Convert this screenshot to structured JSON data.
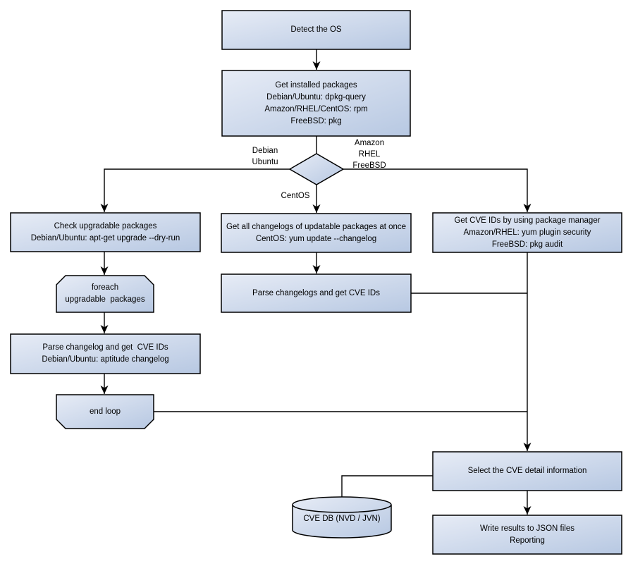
{
  "colors": {
    "node_fill_light": "#E7ECF6",
    "node_fill_dark": "#B7C8E2",
    "node_border": "#000000",
    "connector": "#000000",
    "text": "#000000",
    "background": "#FFFFFF"
  },
  "nodes": {
    "detect_os": {
      "lines": [
        "Detect the OS"
      ]
    },
    "get_installed_packages": {
      "lines": [
        "Get installed packages",
        "Debian/Ubuntu: dpkg-query",
        "Amazon/RHEL/CentOS: rpm",
        "FreeBSD: pkg"
      ]
    },
    "check_upgradable": {
      "lines": [
        "Check upgradable packages",
        "Debian/Ubuntu: apt-get upgrade --dry-run"
      ]
    },
    "foreach_loop": {
      "lines": [
        "foreach",
        "upgradable  packages"
      ]
    },
    "parse_changelog_debian": {
      "lines": [
        "Parse changelog and get  CVE IDs",
        "Debian/Ubuntu: aptitude changelog"
      ]
    },
    "end_loop": {
      "lines": [
        "end loop"
      ]
    },
    "get_all_changelogs": {
      "lines": [
        "Get all changelogs of updatable packages at once",
        "CentOS: yum update --changelog"
      ]
    },
    "parse_changelogs_centos": {
      "lines": [
        "Parse changelogs and get CVE IDs"
      ]
    },
    "get_cve_ids_pkg_manager": {
      "lines": [
        "Get CVE IDs by using package manager",
        "Amazon/RHEL: yum plugin security",
        "FreeBSD: pkg audit"
      ]
    },
    "select_cve_detail": {
      "lines": [
        "Select the CVE detail information"
      ]
    },
    "write_results": {
      "lines": [
        "Write results to JSON files",
        "Reporting"
      ]
    },
    "cve_db": {
      "lines": [
        "CVE DB (NVD / JVN)"
      ]
    }
  },
  "branch_labels": {
    "left": {
      "lines": [
        "Debian",
        "Ubuntu"
      ]
    },
    "right": {
      "lines": [
        "Amazon",
        "RHEL",
        "FreeBSD"
      ]
    },
    "bottom": {
      "lines": [
        "CentOS"
      ]
    }
  }
}
